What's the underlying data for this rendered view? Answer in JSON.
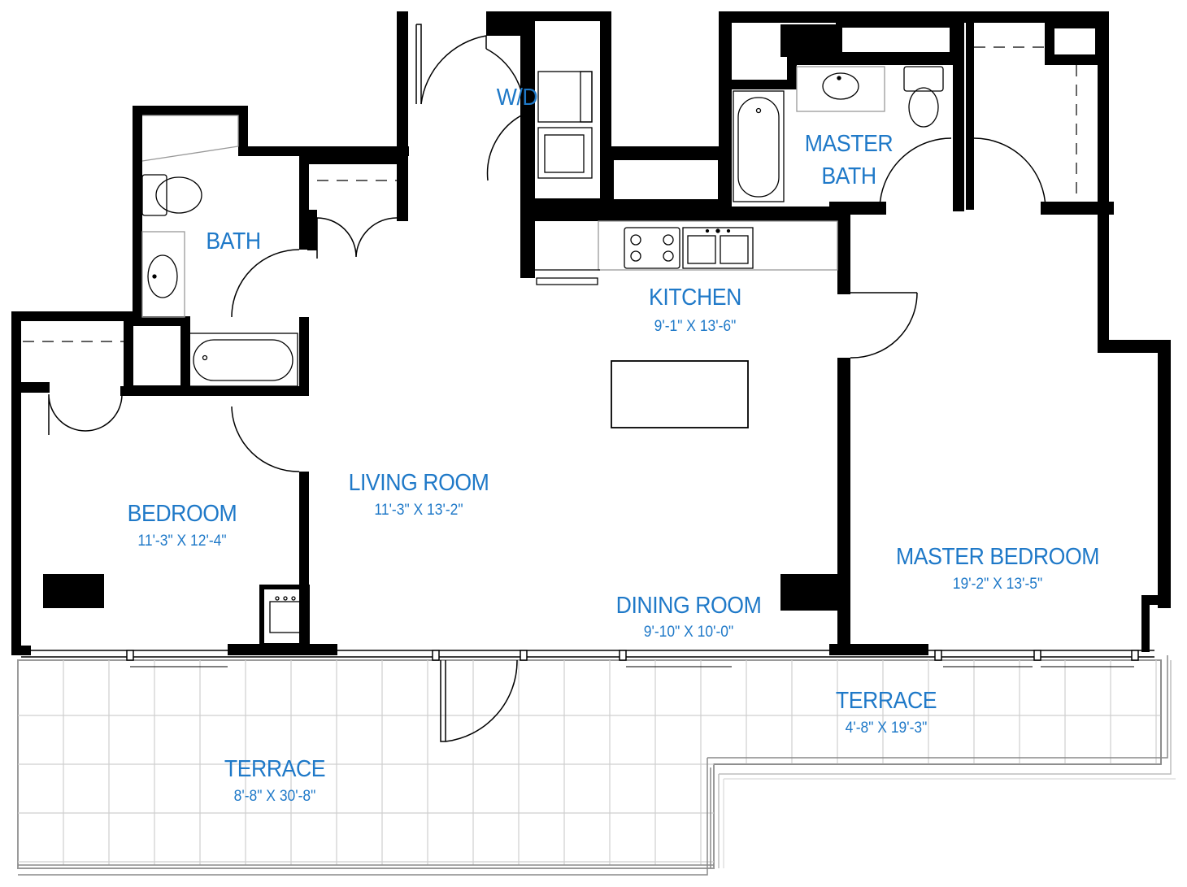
{
  "plan": {
    "rooms": [
      {
        "key": "wd",
        "name": "W/D",
        "dims": ""
      },
      {
        "key": "bath",
        "name": "BATH",
        "dims": ""
      },
      {
        "key": "master_bath_1",
        "name": "MASTER",
        "dims": ""
      },
      {
        "key": "master_bath_2",
        "name": "BATH",
        "dims": ""
      },
      {
        "key": "kitchen",
        "name": "KITCHEN",
        "dims": "9'-1\" X 13'-6\""
      },
      {
        "key": "living",
        "name": "LIVING ROOM",
        "dims": "11'-3\" X 13'-2\""
      },
      {
        "key": "bedroom",
        "name": "BEDROOM",
        "dims": "11'-3\" X 12'-4\""
      },
      {
        "key": "master_bedroom",
        "name": "MASTER BEDROOM",
        "dims": "19'-2\" X 13'-5\""
      },
      {
        "key": "dining",
        "name": "DINING ROOM",
        "dims": "9'-10\" X 10'-0\""
      },
      {
        "key": "terrace_right",
        "name": "TERRACE",
        "dims": "4'-8\" X 19'-3\""
      },
      {
        "key": "terrace_left",
        "name": "TERRACE",
        "dims": "8'-8\" X 30'-8\""
      }
    ],
    "label_color": "#1f79c8",
    "wall_color": "#000000"
  }
}
